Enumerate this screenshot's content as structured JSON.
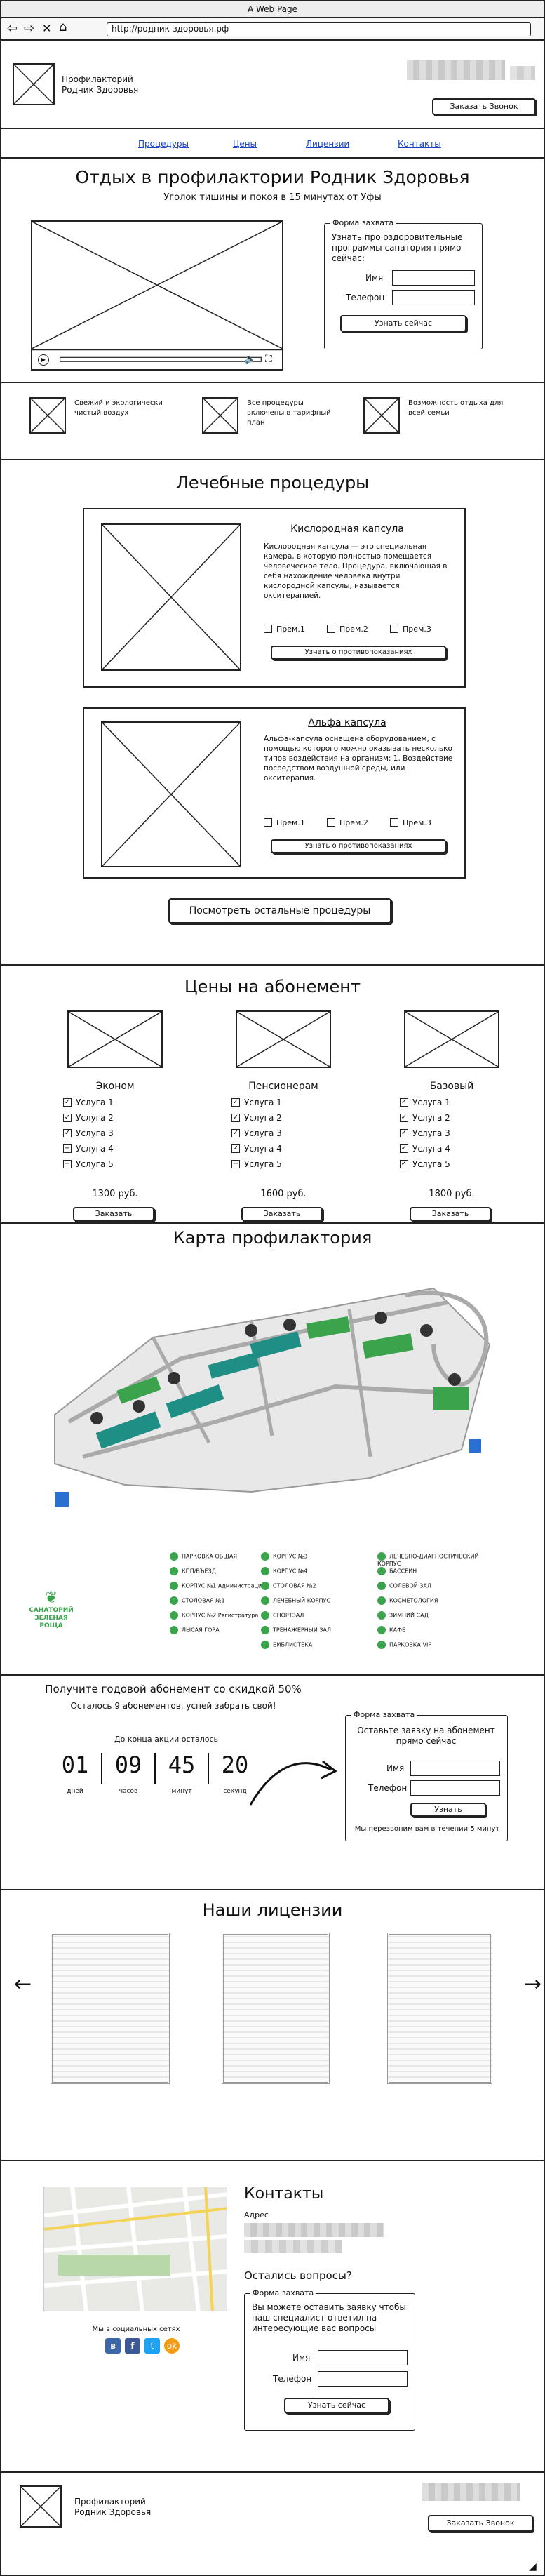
{
  "window": {
    "title": "A Web Page",
    "url": "http://родник-здоровья.рф"
  },
  "header": {
    "logo_line1": "Профилакторий",
    "logo_line2": "Родник Здоровья",
    "call_button": "Заказать Звонок"
  },
  "nav": {
    "items": [
      "Процедуры",
      "Цены",
      "Лицензии",
      "Контакты"
    ]
  },
  "hero": {
    "title": "Отдых в профилактории Родник Здоровья",
    "subtitle": "Уголок тишины и покоя в 15 минутах от Уфы",
    "form": {
      "legend": "Форма захвата",
      "text": "Узнать про оздоровительные программы санатория прямо сейчас:",
      "name_label": "Имя",
      "phone_label": "Телефон",
      "button": "Узнать сейчас"
    }
  },
  "features": [
    {
      "text": "Свежий и экологически чистый воздух"
    },
    {
      "text": "Все процедуры включены в тарифный план"
    },
    {
      "text": "Возможность отдыха для всей семьи"
    }
  ],
  "procedures": {
    "title": "Лечебные процедуры",
    "items": [
      {
        "name": "Кислородная капсула",
        "desc": "Кислородная капсула — это специальная камера, в которую полностью помещается человеческое тело. Процедура, включающая в себя нахождение человека внутри кислородной капсулы, называется окситерапией.",
        "p1": "Прем.1",
        "p2": "Прем.2",
        "p3": "Прем.3",
        "button": "Узнать о противопоказаниях"
      },
      {
        "name": "Альфа капсула",
        "desc": "Альфа-капсула оснащена оборудованием, с помощью которого можно оказывать несколько типов воздействия на организм: 1.   Воздействие посредством воздушной среды, или окситерапия.",
        "p1": "Прем.1",
        "p2": "Прем.2",
        "p3": "Прем.3",
        "button": "Узнать о противопоказаниях"
      }
    ],
    "more_button": "Посмотреть остальные процедуры"
  },
  "prices": {
    "title": "Цены на абонемент",
    "plans": [
      {
        "name": "Эконом",
        "services": [
          "Услуга 1",
          "Услуга 2",
          "Услуга 3",
          "Услуга 4",
          "Услуга 5"
        ],
        "checked": [
          true,
          true,
          true,
          false,
          false
        ],
        "price": "1300 руб.",
        "button": "Заказать"
      },
      {
        "name": "Пенсионерам",
        "services": [
          "Услуга 1",
          "Услуга 2",
          "Услуга 3",
          "Услуга 4",
          "Услуга 5"
        ],
        "checked": [
          true,
          true,
          true,
          true,
          false
        ],
        "price": "1600 руб.",
        "button": "Заказать"
      },
      {
        "name": "Базовый",
        "services": [
          "Услуга 1",
          "Услуга 2",
          "Услуга 3",
          "Услуга 4",
          "Услуга 5"
        ],
        "checked": [
          true,
          true,
          true,
          true,
          true
        ],
        "price": "1800 руб.",
        "button": "Заказать"
      }
    ]
  },
  "map": {
    "title": "Карта профилактория",
    "logo_line1": "САНАТОРИЙ",
    "logo_line2": "ЗЕЛЕНАЯ",
    "logo_line3": "РОЩА",
    "legend_col1": [
      "ПАРКОВКА ОБЩАЯ",
      "КПП/ВЪЕЗД",
      "КОРПУС №1 Администрация",
      "СТОЛОВАЯ №1",
      "КОРПУС №2 Регистратура",
      "ЛЫСАЯ ГОРА"
    ],
    "legend_col2": [
      "КОРПУС №3",
      "КОРПУС №4",
      "СТОЛОВАЯ №2",
      "ЛЕЧЕБНЫЙ КОРПУС",
      "СПОРТЗАЛ",
      "ТРЕНАЖЕРНЫЙ ЗАЛ",
      "БИБЛИОТЕКА"
    ],
    "legend_col3": [
      "ЛЕЧЕБНО-ДИАГНОСТИЧЕСКИЙ КОРПУС",
      "БАССЕЙН",
      "СОЛЕВОЙ ЗАЛ",
      "КОСМЕТОЛОГИЯ",
      "ЗИМНИЙ САД",
      "КАФЕ",
      "ПАРКОВКА VIP"
    ]
  },
  "promo": {
    "title": "Получите годовой абонемент со скидкой 50%",
    "subtitle": "Осталось 9 абонементов, успей забрать свой!",
    "countdown_label": "До конца акции осталось",
    "countdown": [
      {
        "value": "01",
        "unit": "дней"
      },
      {
        "value": "09",
        "unit": "часов"
      },
      {
        "value": "45",
        "unit": "минут"
      },
      {
        "value": "20",
        "unit": "секунд"
      }
    ],
    "form": {
      "legend": "Форма захвата",
      "text": "Оставьте заявку на абонемент прямо сейчас",
      "name_label": "Имя",
      "phone_label": "Телефон",
      "button": "Узнать",
      "note": "Мы перезвоним вам в течении 5 минут"
    }
  },
  "licenses": {
    "title": "Наши лицензии",
    "prev": "←",
    "next": "→"
  },
  "contacts": {
    "title": "Контакты",
    "address_label": "Адрес",
    "social_label": "Мы в социальных сетях",
    "question": "Остались вопросы?",
    "form": {
      "legend": "Форма захвата",
      "text": "Вы можете оставить заявку чтобы наш специалист ответил на интересующие вас вопросы",
      "name_label": "Имя",
      "phone_label": "Телефон",
      "button": "Узнать сейчас"
    }
  },
  "footer": {
    "logo_line1": "Профилакторий",
    "logo_line2": "Родник Здоровья",
    "call_button": "Заказать Звонок"
  },
  "colors": {
    "link": "#1a44c8",
    "map_green": "#3aa34b",
    "map_teal": "#1f8f86"
  }
}
